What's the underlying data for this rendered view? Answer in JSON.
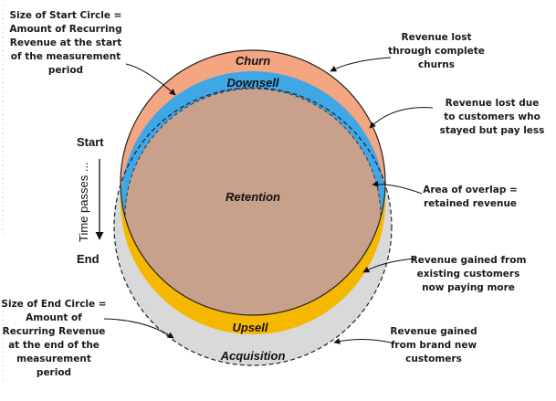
{
  "colors": {
    "churn": "#f4a582",
    "downsell": "#3fa7e6",
    "upsell": "#f5b800",
    "acquisition": "#d9d9d9",
    "retention": "#c9a08c"
  },
  "regions": {
    "churn": "Churn",
    "downsell": "Downsell",
    "retention": "Retention",
    "upsell": "Upsell",
    "acquisition": "Acquisition"
  },
  "side": {
    "start": "Start",
    "end": "End",
    "time_passes": "Time passes ..."
  },
  "annotations": {
    "start_circle": [
      "Size of Start Circle =",
      "Amount of Recurring",
      "Revenue at the start",
      "of the measurement",
      "period"
    ],
    "end_circle": [
      "Size of End Circle =",
      "Amount of",
      "Recurring Revenue",
      "at the end of the",
      "measurement",
      "period"
    ],
    "churn": [
      "Revenue lost",
      "through complete",
      "churns"
    ],
    "downsell": [
      "Revenue lost due",
      "to customers who",
      "stayed but pay less"
    ],
    "overlap": [
      "Area of overlap =",
      "retained revenue"
    ],
    "upsell": [
      "Revenue gained from",
      "existing customers",
      "now paying more"
    ],
    "acquisition": [
      "Revenue gained",
      "from brand new",
      "customers"
    ]
  }
}
